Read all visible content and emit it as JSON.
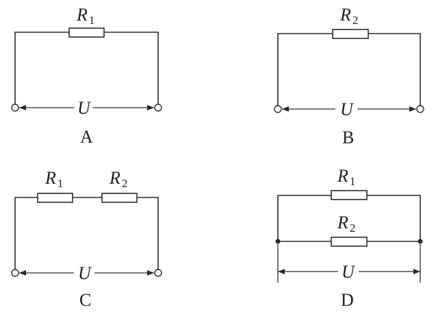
{
  "circuits": [
    {
      "label": "A",
      "resistors": [
        {
          "symbol": "R",
          "sub": "1"
        }
      ],
      "voltage": "U"
    },
    {
      "label": "B",
      "resistors": [
        {
          "symbol": "R",
          "sub": "2"
        }
      ],
      "voltage": "U"
    },
    {
      "label": "C",
      "resistors": [
        {
          "symbol": "R",
          "sub": "1"
        },
        {
          "symbol": "R",
          "sub": "2"
        }
      ],
      "voltage": "U"
    },
    {
      "label": "D",
      "resistors": [
        {
          "symbol": "R",
          "sub": "1"
        },
        {
          "symbol": "R",
          "sub": "2"
        }
      ],
      "voltage": "U"
    }
  ]
}
